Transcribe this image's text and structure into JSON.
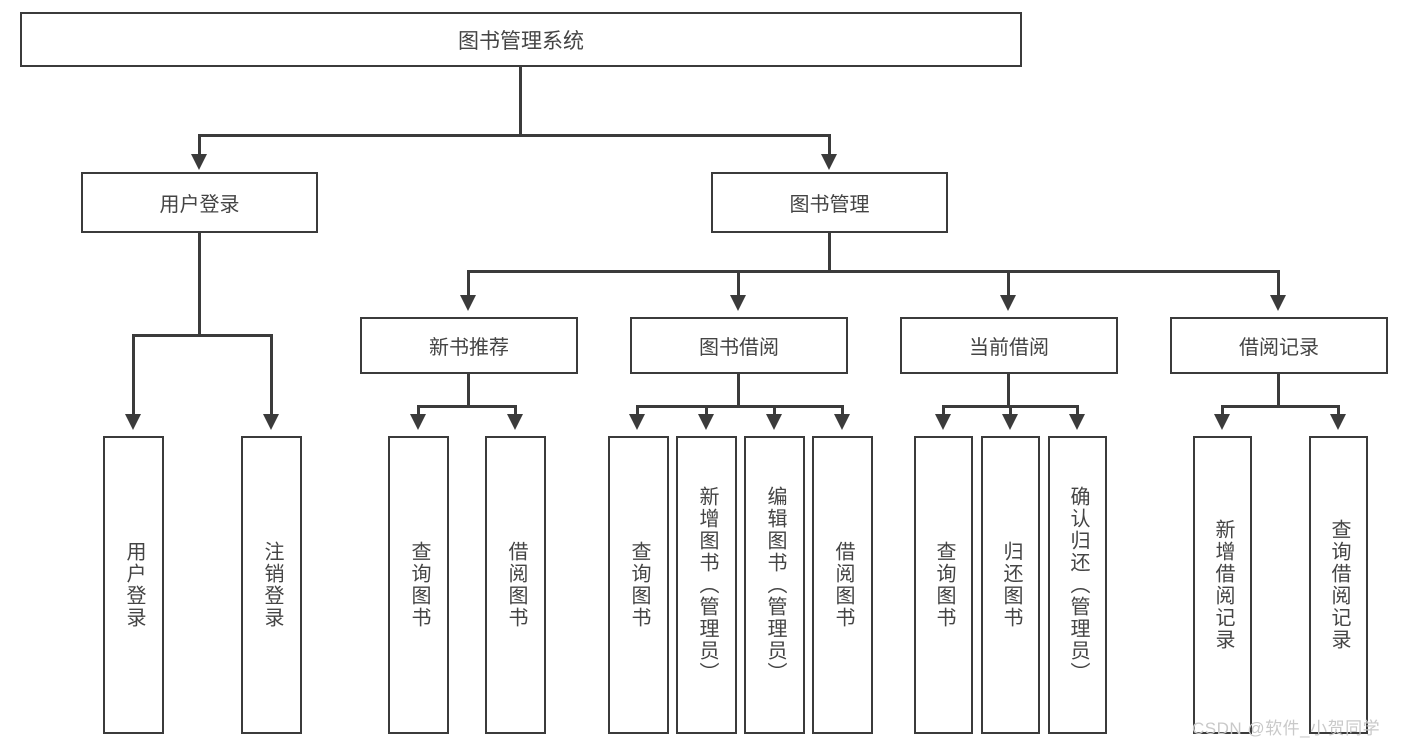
{
  "diagram": {
    "title": "图书管理系统",
    "type": "hierarchy-tree",
    "levels": 4,
    "root": {
      "label": "图书管理系统",
      "children": [
        {
          "label": "用户登录",
          "children": [
            {
              "label": "用户登录"
            },
            {
              "label": "注销登录"
            }
          ]
        },
        {
          "label": "图书管理",
          "children": [
            {
              "label": "新书推荐",
              "children": [
                {
                  "label": "查询图书"
                },
                {
                  "label": "借阅图书"
                }
              ]
            },
            {
              "label": "图书借阅",
              "children": [
                {
                  "label": "查询图书"
                },
                {
                  "label": "新增图书（管理员）"
                },
                {
                  "label": "编辑图书（管理员）"
                },
                {
                  "label": "借阅图书"
                }
              ]
            },
            {
              "label": "当前借阅",
              "children": [
                {
                  "label": "查询图书"
                },
                {
                  "label": "归还图书"
                },
                {
                  "label": "确认归还（管理员）"
                }
              ]
            },
            {
              "label": "借阅记录",
              "children": [
                {
                  "label": "新增借阅记录"
                },
                {
                  "label": "查询借阅记录"
                }
              ]
            }
          ]
        }
      ]
    }
  },
  "watermark": {
    "text": "CSDN @软件_小贺同学"
  },
  "colors": {
    "stroke": "#3b3b3b",
    "text": "#444444",
    "background": "#ffffff",
    "watermark": "#c9c9c9"
  }
}
